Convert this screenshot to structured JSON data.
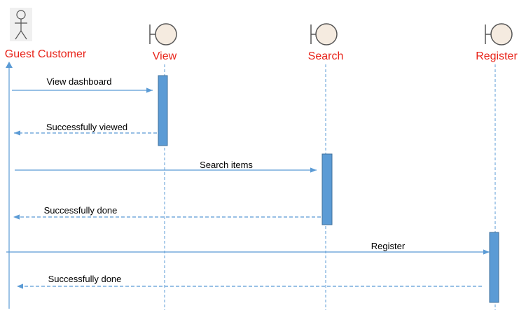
{
  "colors": {
    "actor_label": "#e8241a",
    "line": "#5b9bd5",
    "activation_fill": "#5b9bd5",
    "activation_stroke": "#41719c",
    "boundary_fill": "#f5ebe0",
    "boundary_stroke": "#555555",
    "stick_figure_bg": "#f0f0f0",
    "stick_figure": "#555555"
  },
  "participants": [
    {
      "id": "guest",
      "label": "Guest Customer",
      "kind": "actor",
      "icon": "stick-figure-icon"
    },
    {
      "id": "view",
      "label": "View",
      "kind": "boundary",
      "icon": "boundary-icon"
    },
    {
      "id": "search",
      "label": "Search",
      "kind": "boundary",
      "icon": "boundary-icon"
    },
    {
      "id": "register",
      "label": "Register",
      "kind": "boundary",
      "icon": "boundary-icon"
    }
  ],
  "messages": [
    {
      "from": "guest",
      "to": "view",
      "label": "View dashboard",
      "type": "call"
    },
    {
      "from": "view",
      "to": "guest",
      "label": "Successfully viewed",
      "type": "return"
    },
    {
      "from": "guest",
      "to": "search",
      "label": "Search items",
      "type": "call"
    },
    {
      "from": "search",
      "to": "guest",
      "label": "Successfully done",
      "type": "return"
    },
    {
      "from": "guest",
      "to": "register",
      "label": "Register",
      "type": "call"
    },
    {
      "from": "register",
      "to": "guest",
      "label": "Successfully done",
      "type": "return"
    }
  ]
}
